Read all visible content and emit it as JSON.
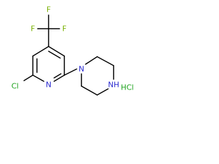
{
  "structure": {
    "atoms": {
      "fluorine_top": "F",
      "fluorine_left": "F",
      "fluorine_right": "F",
      "chlorine": "Cl",
      "pyridine_nitrogen": "N",
      "piperazine_nitrogen_aryl": "N",
      "piperazine_nh": "NH"
    },
    "salt": "HCl"
  },
  "colors": {
    "bond": "#000000",
    "chlorine": "#1fa31f",
    "nitrogen": "#2a2ad0",
    "fluorine": "#78b000"
  }
}
